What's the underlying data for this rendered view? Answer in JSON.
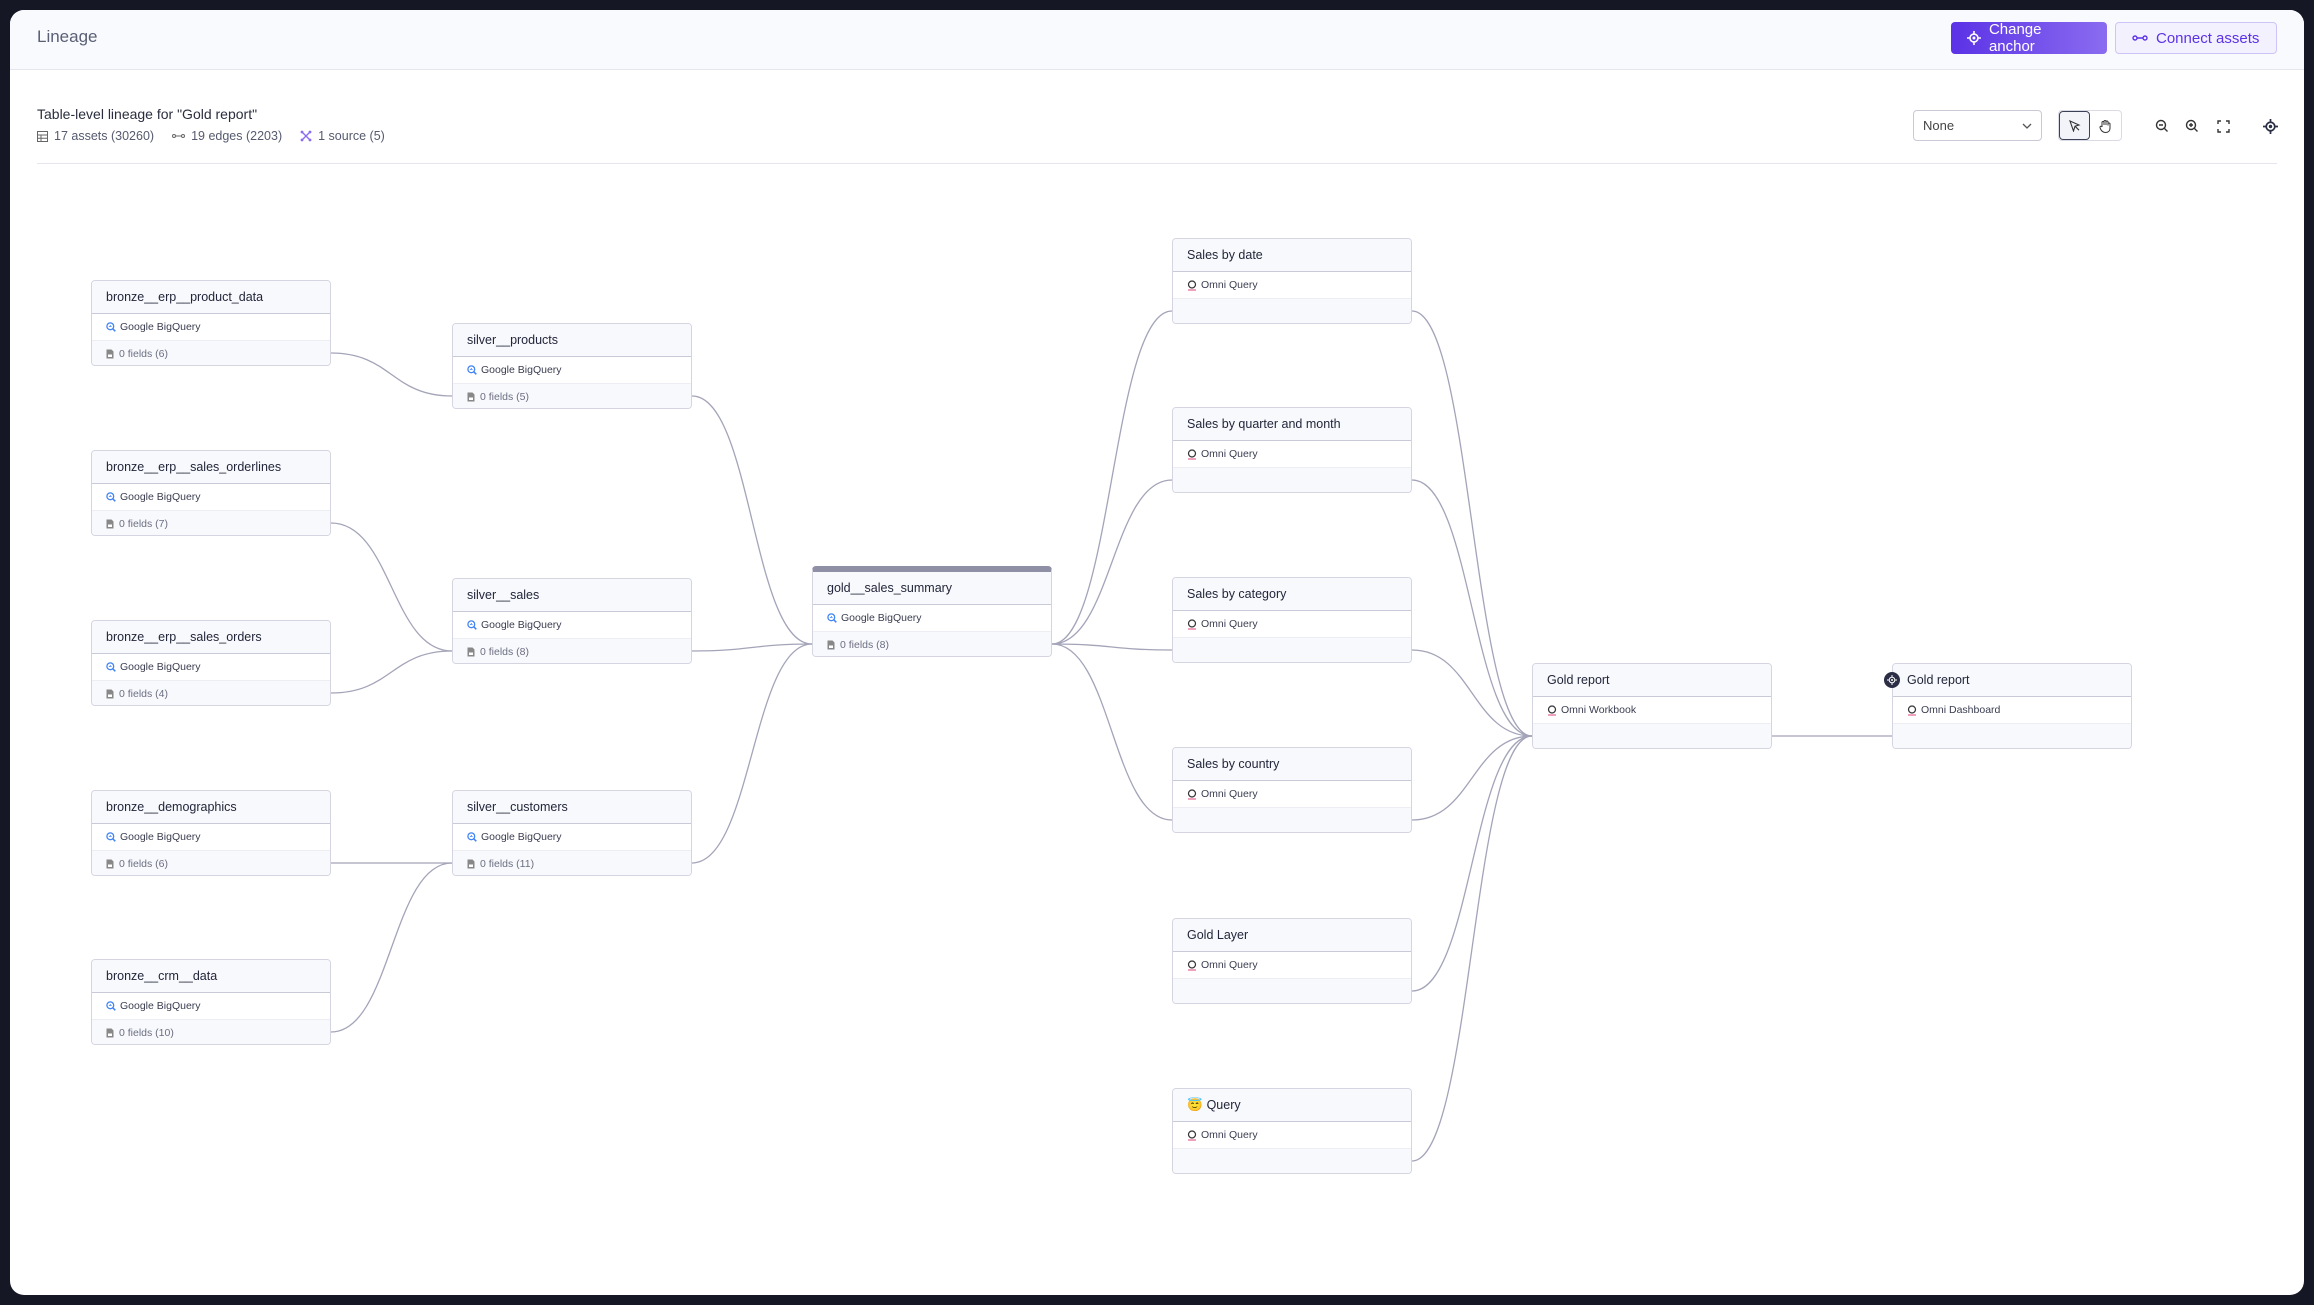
{
  "header": {
    "title": "Lineage",
    "change_anchor": "Change anchor",
    "connect_assets": "Connect assets"
  },
  "summary": {
    "title": "Table-level lineage for \"Gold report\"",
    "assets": "17 assets (30260)",
    "edges": "19 edges (2203)",
    "sources": "1 source (5)"
  },
  "toolbar": {
    "group_by": "None",
    "mode": "select",
    "icons": [
      "select-pointer",
      "hand-pan",
      "zoom-out",
      "zoom-in",
      "fit-view",
      "center-anchor"
    ]
  },
  "colors": {
    "accent": "#5b32e6",
    "edge": "#a3a4b8",
    "bigquery": "#4285f4",
    "omni": "#e0457b"
  },
  "nodes": [
    {
      "id": "b1",
      "title": "bronze__erp__product_data",
      "source": "Google BigQuery",
      "type": "bigquery",
      "fields": "0 fields (6)"
    },
    {
      "id": "b2",
      "title": "bronze__erp__sales_orderlines",
      "source": "Google BigQuery",
      "type": "bigquery",
      "fields": "0 fields (7)"
    },
    {
      "id": "b3",
      "title": "bronze__erp__sales_orders",
      "source": "Google BigQuery",
      "type": "bigquery",
      "fields": "0 fields (4)"
    },
    {
      "id": "b4",
      "title": "bronze__demographics",
      "source": "Google BigQuery",
      "type": "bigquery",
      "fields": "0 fields (6)"
    },
    {
      "id": "b5",
      "title": "bronze__crm__data",
      "source": "Google BigQuery",
      "type": "bigquery",
      "fields": "0 fields (10)"
    },
    {
      "id": "s1",
      "title": "silver__products",
      "source": "Google BigQuery",
      "type": "bigquery",
      "fields": "0 fields (5)"
    },
    {
      "id": "s2",
      "title": "silver__sales",
      "source": "Google BigQuery",
      "type": "bigquery",
      "fields": "0 fields (8)"
    },
    {
      "id": "s3",
      "title": "silver__customers",
      "source": "Google BigQuery",
      "type": "bigquery",
      "fields": "0 fields (11)"
    },
    {
      "id": "g1",
      "title": "gold__sales_summary",
      "source": "Google BigQuery",
      "type": "bigquery",
      "fields": "0 fields (8)",
      "highlighted": true
    },
    {
      "id": "q1",
      "title": "Sales by date",
      "source": "Omni Query",
      "type": "omni",
      "fields": ""
    },
    {
      "id": "q2",
      "title": "Sales by quarter and month",
      "source": "Omni Query",
      "type": "omni",
      "fields": ""
    },
    {
      "id": "q3",
      "title": "Sales by category",
      "source": "Omni Query",
      "type": "omni",
      "fields": ""
    },
    {
      "id": "q4",
      "title": "Sales by country",
      "source": "Omni Query",
      "type": "omni",
      "fields": ""
    },
    {
      "id": "q5",
      "title": "Gold Layer",
      "source": "Omni Query",
      "type": "omni",
      "fields": ""
    },
    {
      "id": "q6",
      "title": "Query",
      "source": "Omni Query",
      "type": "omni",
      "fields": "",
      "emoji": "😇"
    },
    {
      "id": "w1",
      "title": "Gold report",
      "source": "Omni Workbook",
      "type": "omni",
      "fields": ""
    },
    {
      "id": "d1",
      "title": "Gold report",
      "source": "Omni Dashboard",
      "type": "omni",
      "fields": "",
      "anchor": true
    }
  ],
  "edges": [
    [
      "b1",
      "s1"
    ],
    [
      "b2",
      "s2"
    ],
    [
      "b3",
      "s2"
    ],
    [
      "b4",
      "s3"
    ],
    [
      "b5",
      "s3"
    ],
    [
      "s1",
      "g1"
    ],
    [
      "s2",
      "g1"
    ],
    [
      "s3",
      "g1"
    ],
    [
      "g1",
      "q1"
    ],
    [
      "g1",
      "q2"
    ],
    [
      "g1",
      "q3"
    ],
    [
      "g1",
      "q4"
    ],
    [
      "q1",
      "w1"
    ],
    [
      "q2",
      "w1"
    ],
    [
      "q3",
      "w1"
    ],
    [
      "q4",
      "w1"
    ],
    [
      "q5",
      "w1"
    ],
    [
      "q6",
      "w1"
    ],
    [
      "w1",
      "d1"
    ]
  ]
}
